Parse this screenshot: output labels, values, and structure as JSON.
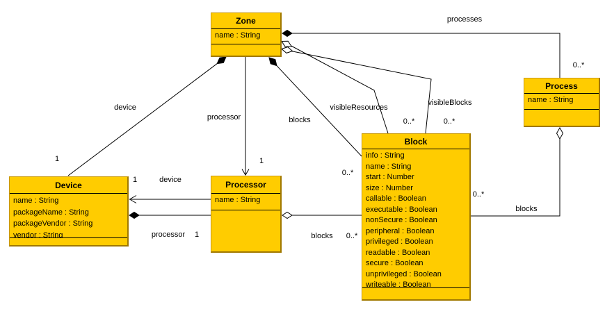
{
  "diagram": {
    "type": "uml-class-diagram",
    "colors": {
      "class_fill": "#FFCC00",
      "class_border": "#C89600",
      "class_border_shadow": "#A07800",
      "line": "#000000",
      "text": "#000000",
      "background": "#FFFFFF"
    }
  },
  "classes": {
    "zone": {
      "name": "Zone",
      "attributes": [
        "name : String"
      ]
    },
    "process": {
      "name": "Process",
      "attributes": [
        "name : String"
      ]
    },
    "device": {
      "name": "Device",
      "attributes": [
        "name : String",
        "packageName : String",
        "packageVendor : String",
        "vendor : String"
      ]
    },
    "processor": {
      "name": "Processor",
      "attributes": [
        "name : String"
      ]
    },
    "block": {
      "name": "Block",
      "attributes": [
        "info : String",
        "name : String",
        "start : Number",
        "size : Number",
        "callable : Boolean",
        "executable : Boolean",
        "nonSecure : Boolean",
        "peripheral : Boolean",
        "privileged : Boolean",
        "readable : Boolean",
        "secure : Boolean",
        "unprivileged : Boolean",
        "writeable : Boolean"
      ]
    }
  },
  "associations": {
    "zone_device": {
      "label": "device",
      "target_multiplicity": "1",
      "kind": "composition"
    },
    "zone_processor": {
      "label": "processor",
      "target_multiplicity": "1",
      "kind": "directed-association"
    },
    "zone_blocks": {
      "label": "blocks",
      "target_multiplicity": "0..*",
      "kind": "composition"
    },
    "zone_visible_resources": {
      "label": "visibleResources",
      "target_multiplicity": "0..*",
      "kind": "aggregation"
    },
    "zone_visible_blocks": {
      "label": "visibleBlocks",
      "target_multiplicity": "0..*",
      "kind": "aggregation"
    },
    "zone_processes": {
      "label": "processes",
      "target_multiplicity": "0..*",
      "kind": "composition"
    },
    "processor_device": {
      "label": "device",
      "target_multiplicity": "1",
      "kind": "directed-association"
    },
    "device_processor": {
      "label": "processor",
      "target_multiplicity": "1",
      "kind": "composition"
    },
    "processor_blocks": {
      "label": "blocks",
      "target_multiplicity": "0..*",
      "kind": "aggregation"
    },
    "process_blocks": {
      "label": "blocks",
      "target_multiplicity": "0..*",
      "kind": "aggregation"
    }
  }
}
